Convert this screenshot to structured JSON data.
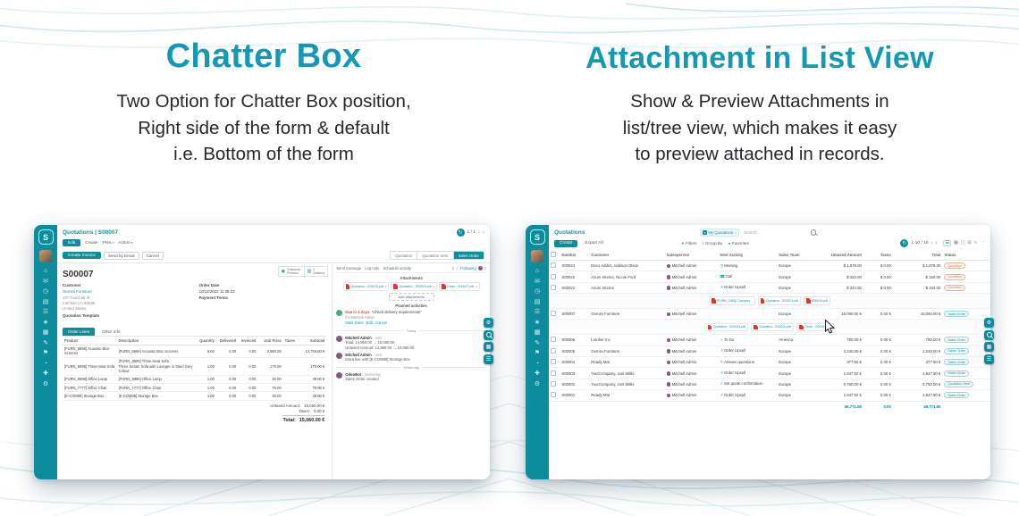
{
  "colors": {
    "accent": "#0d8c9c",
    "heading": "#1598b3",
    "badge_orange": "#d97f5e",
    "pdf_red": "#d9382e"
  },
  "glyphs": {
    "caret": "▾",
    "prev": "‹",
    "next": "›",
    "refresh": "↻",
    "star": "★",
    "filter": "▼",
    "group": "≡",
    "download": "↓",
    "check": "✓",
    "close": "×",
    "facet_filter": "▼"
  },
  "hero": {
    "left_title": "Chatter Box",
    "left_lines": [
      "Two Option for Chatter Box position,",
      "Right side of the form & default",
      "i.e. Bottom of the form"
    ],
    "right_title": "Attachment in List View",
    "right_lines": [
      "Show & Preview Attachments in",
      "list/tree view, which makes it easy",
      "to preview attached in records."
    ]
  },
  "sidebar": {
    "logo": "S",
    "icons": [
      {
        "glyph": "⌂",
        "name": "home"
      },
      {
        "glyph": "✉",
        "name": "discuss"
      },
      {
        "glyph": "◷",
        "name": "calendar"
      },
      {
        "glyph": "▤",
        "name": "contacts"
      },
      {
        "glyph": "☰",
        "name": "crm"
      },
      {
        "glyph": "★",
        "name": "sales"
      },
      {
        "glyph": "▦",
        "name": "inventory"
      },
      {
        "glyph": "✎",
        "name": "invoicing"
      },
      {
        "glyph": "⚑",
        "name": "project"
      },
      {
        "glyph": "◔",
        "name": "timesheets"
      },
      {
        "glyph": "✚",
        "name": "purchase"
      },
      {
        "glyph": "⚙",
        "name": "settings"
      }
    ]
  },
  "fabs": [
    {
      "glyph": "⚙",
      "name": "settings"
    },
    {
      "glyph": "",
      "name": "search"
    },
    {
      "glyph": "▦",
      "name": "apps"
    },
    {
      "glyph": "☰",
      "name": "menu"
    }
  ],
  "form_view": {
    "breadcrumb": "Quotations | S00007",
    "pager": "1 / 1",
    "edit": "Edit",
    "create": "Create",
    "print": "Print",
    "action": "Action",
    "create_invoice": "Create Invoice",
    "send_by_email": "Send by Email",
    "cancel": "Cancel",
    "statusbar": [
      "Quotation",
      "Quotation Sent",
      "Sales Order"
    ],
    "smart": [
      {
        "line1": "Customer",
        "line2": "Preview",
        "glyph": "◉"
      },
      {
        "line1": "1",
        "line2": "Delivery",
        "glyph": "▥"
      }
    ],
    "record": {
      "name": "S00007",
      "customer_label": "Customer",
      "customer_value": "Gemini Furniture",
      "address": [
        "107 Fairchild St",
        "Fairfield CA 94536",
        "United States"
      ],
      "template_label": "Quotation Template",
      "template_value": "",
      "order_date_label": "Order Date",
      "order_date_value": "10/12/2022 11:05:23",
      "payment_terms_label": "Payment Terms",
      "payment_terms_value": ""
    },
    "tabs": [
      "Order Lines",
      "Other Info"
    ],
    "order_lines": {
      "columns": [
        "Product",
        "Description",
        "Quantity",
        "Delivered",
        "Invoiced",
        "Unit Price",
        "Taxes",
        "Subtotal"
      ],
      "rows": [
        {
          "product": "[FURN_6666] Acoustic Bloc Screens",
          "desc": "[FURN_6666] Acoustic Bloc Screens",
          "qty": "5.00",
          "delivered": "0.00",
          "invoiced": "0.00",
          "price": "2,950.00",
          "taxes": "",
          "subtotal": "14,750.00 €"
        },
        {
          "product": "[FURN_8999] Three-Seat Sofa",
          "desc": "[FURN_8999] Three-Seat Sofa\nThree Seater Sofa with Lounger in Steel Grey Colour",
          "qty": "1.00",
          "delivered": "0.00",
          "invoiced": "0.00",
          "price": "170.00",
          "taxes": "",
          "subtotal": "170.00 €"
        },
        {
          "product": "[FURN_8888] Office Lamp",
          "desc": "[FURN_8888] Office Lamp",
          "qty": "1.00",
          "delivered": "0.00",
          "invoiced": "0.00",
          "price": "40.00",
          "taxes": "",
          "subtotal": "40.00 €"
        },
        {
          "product": "[FURN_7777] Office Chair",
          "desc": "[FURN_7777] Office Chair",
          "qty": "1.00",
          "delivered": "0.00",
          "invoiced": "0.00",
          "price": "70.00",
          "taxes": "",
          "subtotal": "70.00 €"
        },
        {
          "product": "[E-COM08] Storage Box",
          "desc": "[E-COM08] Storage Box",
          "qty": "1.00",
          "delivered": "0.00",
          "invoiced": "0.00",
          "price": "30.00",
          "taxes": "",
          "subtotal": "30.00 €"
        }
      ],
      "untaxed_label": "Untaxed Amount:",
      "untaxed": "15,060.00 €",
      "taxes_label": "Taxes:",
      "taxes": "0.00 €",
      "total_label": "Total:",
      "total": "15,060.00 €"
    },
    "chatter": {
      "send_message": "Send message",
      "log_note": "Log note",
      "schedule_activity": "Schedule activity",
      "attach_count": "2",
      "following": "Following",
      "follower_count": "2",
      "attachments_title": "Attachments",
      "attachments": [
        "Quotation - S00023.pdf",
        "Quotation - S00010.pdf",
        "Order - S00007.pdf"
      ],
      "add_attachments": "Add attachments",
      "planned_title": "Planned activities",
      "activity_due": "Due in 4 days:",
      "activity_text": "“Check delivery requirements”",
      "activity_for": "for Mitchell Admin",
      "activity_actions": [
        "Mark Done",
        "Edit",
        "Cancel"
      ],
      "today": "Today",
      "msg1_author": "Mitchell Admin",
      "msg1_time": "- now",
      "msg1_lines": [
        "Total: 14,950.00 → 15,060.00",
        "Untaxed Amount: 14,950.00 → 15,060.00"
      ],
      "msg2_author": "Mitchell Admin",
      "msg2_time": "- now",
      "msg2_line": "Extra line with [E-COM08] Storage Box",
      "yesterday": "Yesterday",
      "msg3_author": "OdooBot",
      "msg3_time": "- yesterday",
      "msg3_line": "Sales Order created"
    }
  },
  "list_view": {
    "breadcrumb": "Quotations",
    "facet": "My Quotations",
    "search_placeholder": "Search...",
    "create": "Create",
    "export": "Export All",
    "filters": "Filters",
    "group_by": "Group By",
    "favorites": "Favorites",
    "pager": "1-10 / 10",
    "columns": [
      "Number",
      "Customer",
      "Salesperson",
      "Next Activity",
      "Sales Team",
      "Untaxed Amount",
      "Taxes",
      "Total",
      "Status"
    ],
    "rows_a": [
      {
        "num": "S00023",
        "customer": "Deco Addict, Addison Olson",
        "sales": "Mitchell Admin",
        "icon": "◷",
        "activity": "Meeting",
        "team": "Europe",
        "untaxed": "$ 1,878.00",
        "taxes": "$ 0.00",
        "total": "$ 1,878.00",
        "status": "Quotation",
        "status_class": "badge-quo"
      },
      {
        "num": "S00022",
        "customer": "Azure Interior, Nicole Ford",
        "sales": "Mitchell Admin",
        "icon": "☎",
        "activity": "Call",
        "team": "Europe",
        "untaxed": "$ 320.00",
        "taxes": "$ 0.00",
        "total": "$ 320.00",
        "status": "Quotation",
        "status_class": "badge-quo"
      },
      {
        "num": "S00021",
        "customer": "Azure Interior",
        "sales": "Mitchell Admin",
        "icon": "↗",
        "activity": "Order Upsell",
        "team": "Europe",
        "untaxed": "$ 344.00",
        "taxes": "$ 0.00",
        "total": "$ 344.00",
        "status": "Quotation",
        "status_class": "badge-quo"
      }
    ],
    "strip1": [
      "[FURN_0269] Customiz...",
      "Quotation - S00021.pdf",
      "S00019.pdf"
    ],
    "rows_b": [
      {
        "num": "S00007",
        "customer": "Gemini Furniture",
        "sales": "Mitchell Admin",
        "icon": "",
        "activity": "",
        "team": "Europe",
        "untaxed": "15,060.00 €",
        "taxes": "0.00 €",
        "total": "15,060.00 €",
        "status": "Sales Order",
        "status_class": "badge-so"
      }
    ],
    "strip2": [
      "Quotation - S00023.pdf",
      "Quotation - S00010.pdf",
      "Order - S00007.pdf"
    ],
    "rows_c": [
      {
        "num": "S00006",
        "customer": "Lumber Inc",
        "sales": "Mitchell Admin",
        "icon": "✓",
        "activity": "To Do",
        "team": "America",
        "untaxed": "750.00 €",
        "taxes": "0.00 €",
        "total": "750.00 €",
        "status": "Sales Order",
        "status_class": "badge-so"
      },
      {
        "num": "S00005",
        "customer": "Gemini Furniture",
        "sales": "Mitchell Admin",
        "icon": "↗",
        "activity": "Order Upsell",
        "team": "Europe",
        "untaxed": "2,240.00 €",
        "taxes": "0.00 €",
        "total": "2,240.00 €",
        "status": "Sales Order",
        "status_class": "badge-so"
      },
      {
        "num": "S00004",
        "customer": "Ready Mat",
        "sales": "Mitchell Admin",
        "icon": "✎",
        "activity": "Answer questions",
        "team": "Europe",
        "untaxed": "377.50 €",
        "taxes": "0.00 €",
        "total": "377.50 €",
        "status": "Sales Order",
        "status_class": "badge-so"
      },
      {
        "num": "S00003",
        "customer": "YourCompany, Joel Willis",
        "sales": "Mitchell Admin",
        "icon": "↗",
        "activity": "Order Upsell",
        "team": "Europe",
        "untaxed": "2,947.50 €",
        "taxes": "0.00 €",
        "total": "2,947.50 €",
        "status": "Sales Order",
        "status_class": "badge-so"
      },
      {
        "num": "S00002",
        "customer": "YourCompany, Joel Willis",
        "sales": "Mitchell Admin",
        "icon": "✓",
        "activity": "Set quote confirmation",
        "team": "Europe",
        "untaxed": "9,750.00 €",
        "taxes": "0.00 €",
        "total": "9,750.00 €",
        "status": "Quotation Sent",
        "status_class": "badge-qs"
      },
      {
        "num": "S00001",
        "customer": "Ready Mat",
        "sales": "Mitchell Admin",
        "icon": "↗",
        "activity": "Order Upsell",
        "team": "Europe",
        "untaxed": "2,947.50 €",
        "taxes": "0.00 €",
        "total": "2,947.50 €",
        "status": "Sales Order",
        "status_class": "badge-so"
      }
    ],
    "footer": {
      "untaxed": "36,771.50",
      "taxes": "0.00",
      "total": "36,771.50"
    }
  }
}
